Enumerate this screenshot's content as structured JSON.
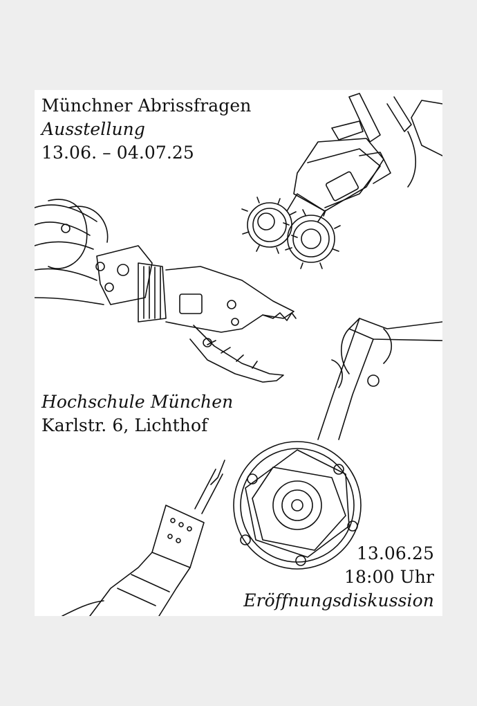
{
  "poster": {
    "title": "Münchner Abrissfragen",
    "subtitle": "Ausstellung",
    "dates": "13.06. – 04.07.25",
    "venue_name": "Hochschule München",
    "venue_address": "Karlstr. 6, Lichthof",
    "event_date": "13.06.25",
    "event_time": "18:00 Uhr",
    "event_name": "Eröffnungsdiskussion"
  },
  "illustrations": [
    "milling-drum-icon",
    "demolition-shear-icon",
    "saw-wheel-icon",
    "hydraulic-hammer-icon"
  ]
}
